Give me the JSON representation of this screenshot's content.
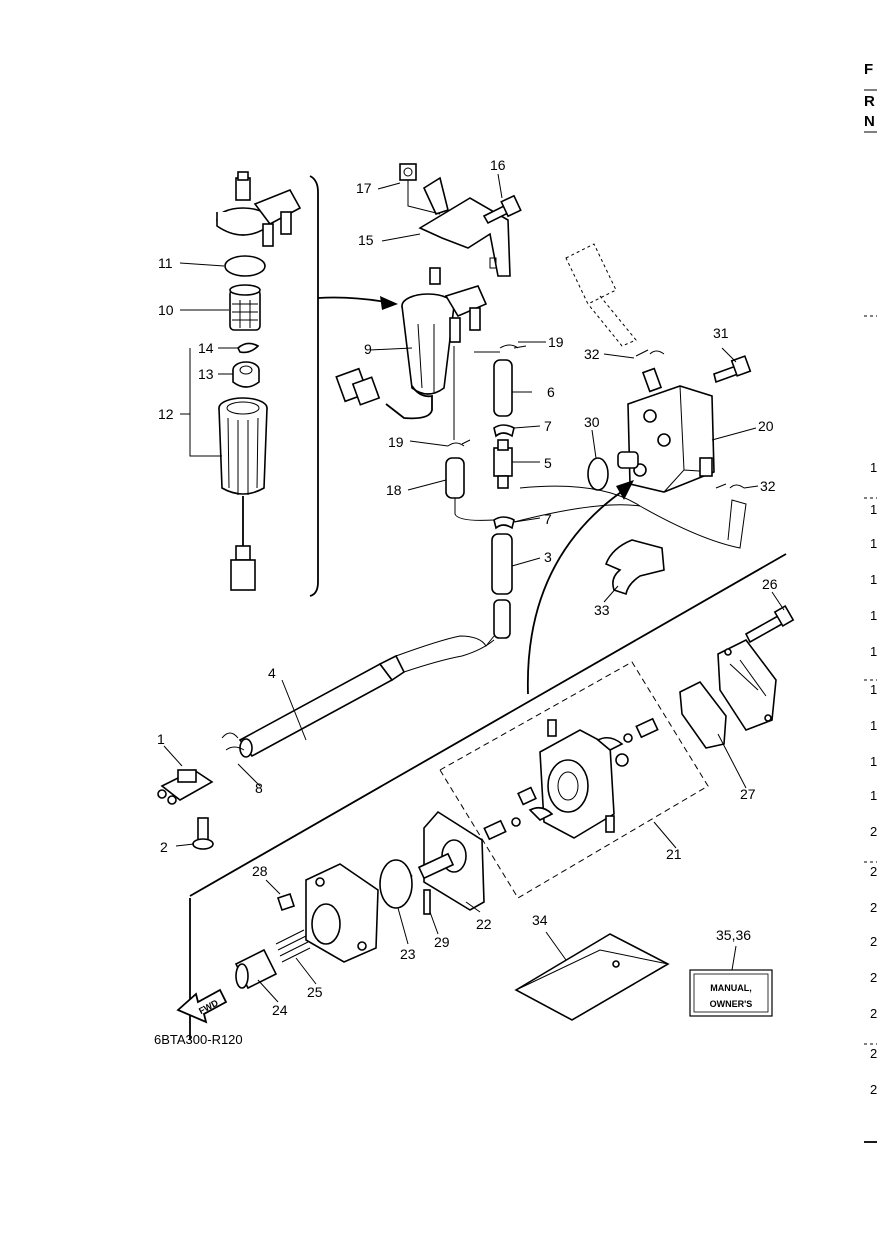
{
  "callouts": {
    "c1": "1",
    "c2": "2",
    "c3": "3",
    "c4": "4",
    "c5": "5",
    "c6": "6",
    "c7a": "7",
    "c7b": "7",
    "c8": "8",
    "c9": "9",
    "c10": "10",
    "c11": "11",
    "c12": "12",
    "c13": "13",
    "c14": "14",
    "c15": "15",
    "c16": "16",
    "c17": "17",
    "c18": "18",
    "c19a": "19",
    "c19b": "19",
    "c20": "20",
    "c21": "21",
    "c22": "22",
    "c23": "23",
    "c24": "24",
    "c25": "25",
    "c26": "26",
    "c27": "27",
    "c28": "28",
    "c29": "29",
    "c30": "30",
    "c31": "31",
    "c32a": "32",
    "c32b": "32",
    "c33": "33",
    "c34": "34",
    "c3536": "35,36"
  },
  "manual_label": {
    "line1": "MANUAL,",
    "line2": "OWNER'S"
  },
  "fwd_label": "FWD",
  "figure_ref": "6BTA300-R120",
  "right_edge": {
    "top": [
      "F",
      "R",
      "N"
    ],
    "column": [
      "1",
      "1",
      "1",
      "1",
      "1",
      "1",
      "1",
      "1",
      "1",
      "1",
      "2",
      "2",
      "2",
      "2",
      "2",
      "2",
      "2",
      "2"
    ]
  }
}
